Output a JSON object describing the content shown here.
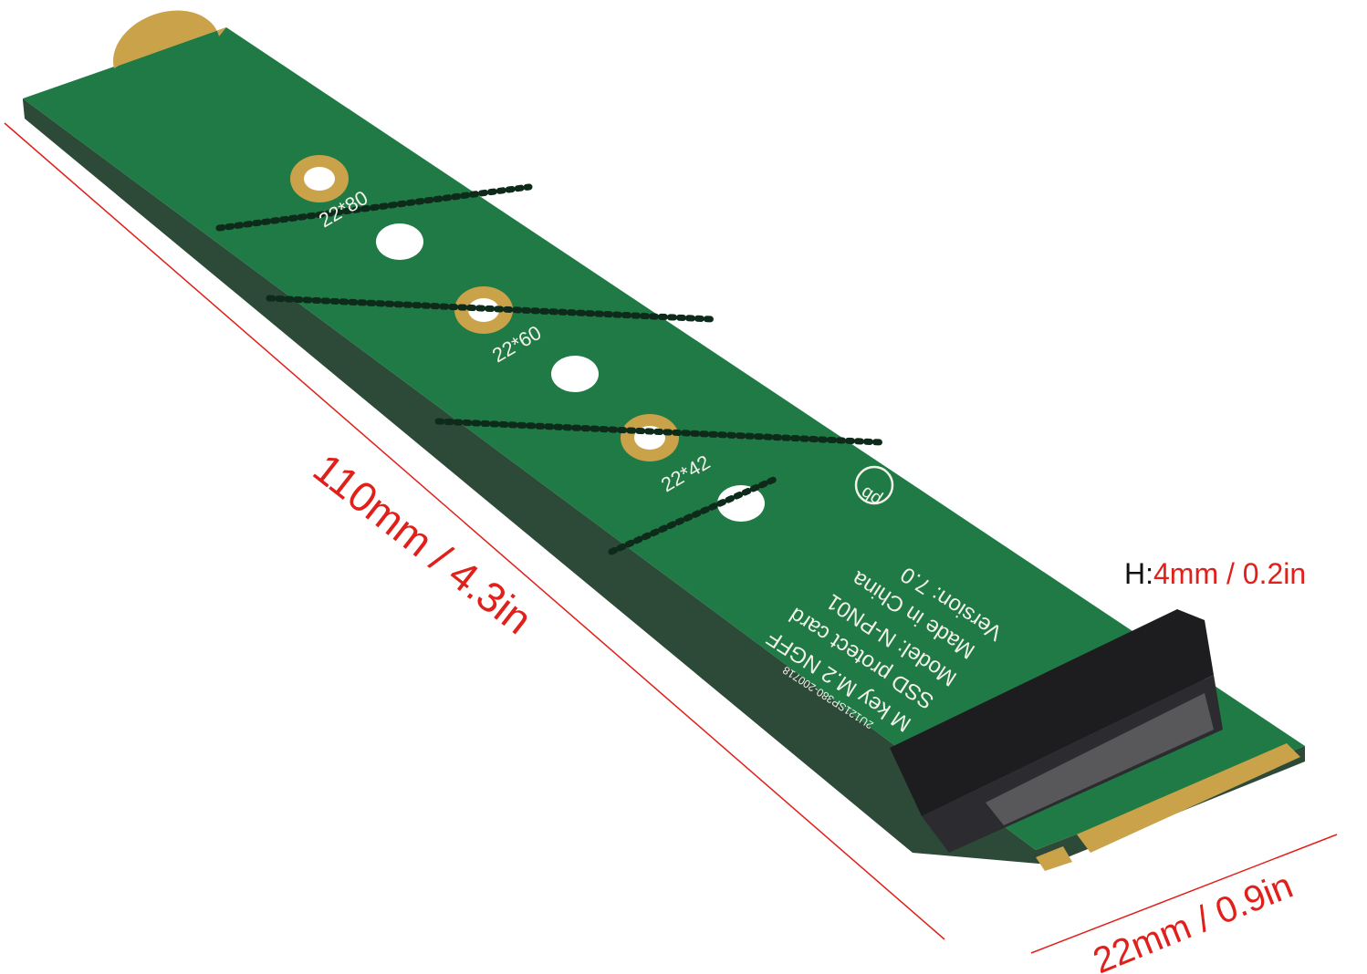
{
  "product": {
    "board_labels": {
      "size_80": "22*80",
      "size_60": "22*60",
      "size_42": "22*42"
    },
    "silkscreen": {
      "line1": "Version: 7.0",
      "line2": "Made in China",
      "line3": "Model: N-PN01",
      "line4": "SSD protect card",
      "line5": "M key M.2 NGFF",
      "line6": "2U121SP380-200718",
      "logo": "pb"
    }
  },
  "dimensions": {
    "length": "110mm / 4.3in",
    "width": "22mm / 0.9in",
    "height_prefix": "H:",
    "height_value": "4mm / 0.2in"
  },
  "colors": {
    "pcb": "#1f7a45",
    "annotation": "#e0201a",
    "gold": "#c9a24a"
  }
}
